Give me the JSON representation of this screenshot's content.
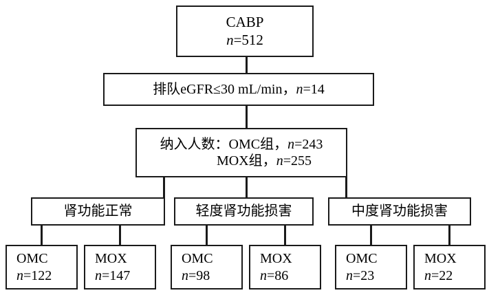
{
  "diagram": {
    "type": "flowchart",
    "title_node": "CABP",
    "nodes": {
      "root": {
        "line1": "CABP",
        "line2_var": "n",
        "line2_val": "=512"
      },
      "exclusion": {
        "text_prefix": "排队eGFR≤30 mL/min，",
        "var": "n",
        "val": "=14"
      },
      "enrolled": {
        "line1_prefix": "纳入人数：OMC组，",
        "line1_var": "n",
        "line1_val": "=243",
        "line2_prefix": "MOX组，",
        "line2_var": "n",
        "line2_val": "=255"
      },
      "categories": [
        {
          "label": "肾功能正常"
        },
        {
          "label": "轻度肾功能损害"
        },
        {
          "label": "中度肾功能损害"
        }
      ],
      "leaves": [
        {
          "group": "OMC",
          "var": "n",
          "val": "=122"
        },
        {
          "group": "MOX",
          "var": "n",
          "val": "=147"
        },
        {
          "group": "OMC",
          "var": "n",
          "val": "=98"
        },
        {
          "group": "MOX",
          "var": "n",
          "val": "=86"
        },
        {
          "group": "OMC",
          "var": "n",
          "val": "=23"
        },
        {
          "group": "MOX",
          "var": "n",
          "val": "=22"
        }
      ]
    },
    "colors": {
      "stroke": "#1a1a1a",
      "fill": "#ffffff",
      "text": "#000000"
    }
  }
}
